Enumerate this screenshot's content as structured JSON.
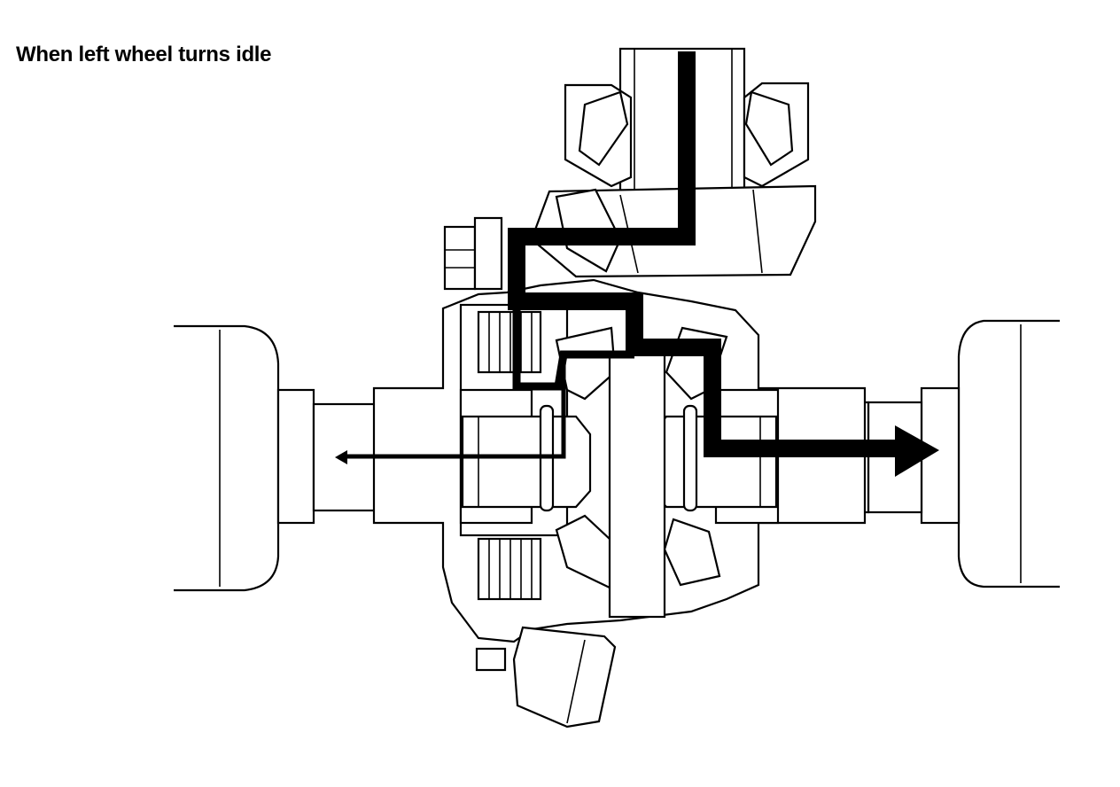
{
  "title": "When left wheel turns idle",
  "colors": {
    "background": "#ffffff",
    "line": "#000000",
    "power_flow": "#000000"
  },
  "parts": {
    "drive_pinion": "drive-pinion",
    "ring_gear": "ring-gear",
    "left_axle": "left-axle-shaft",
    "right_axle": "right-axle-shaft",
    "left_wheel": "left-wheel",
    "right_wheel": "right-wheel",
    "clutch_packs": "clutch-pack",
    "pinion_gears": "pinion-gear",
    "side_gears": "side-gear"
  },
  "power_flow": {
    "main_to": "right-wheel",
    "minor_to": "left-wheel"
  }
}
